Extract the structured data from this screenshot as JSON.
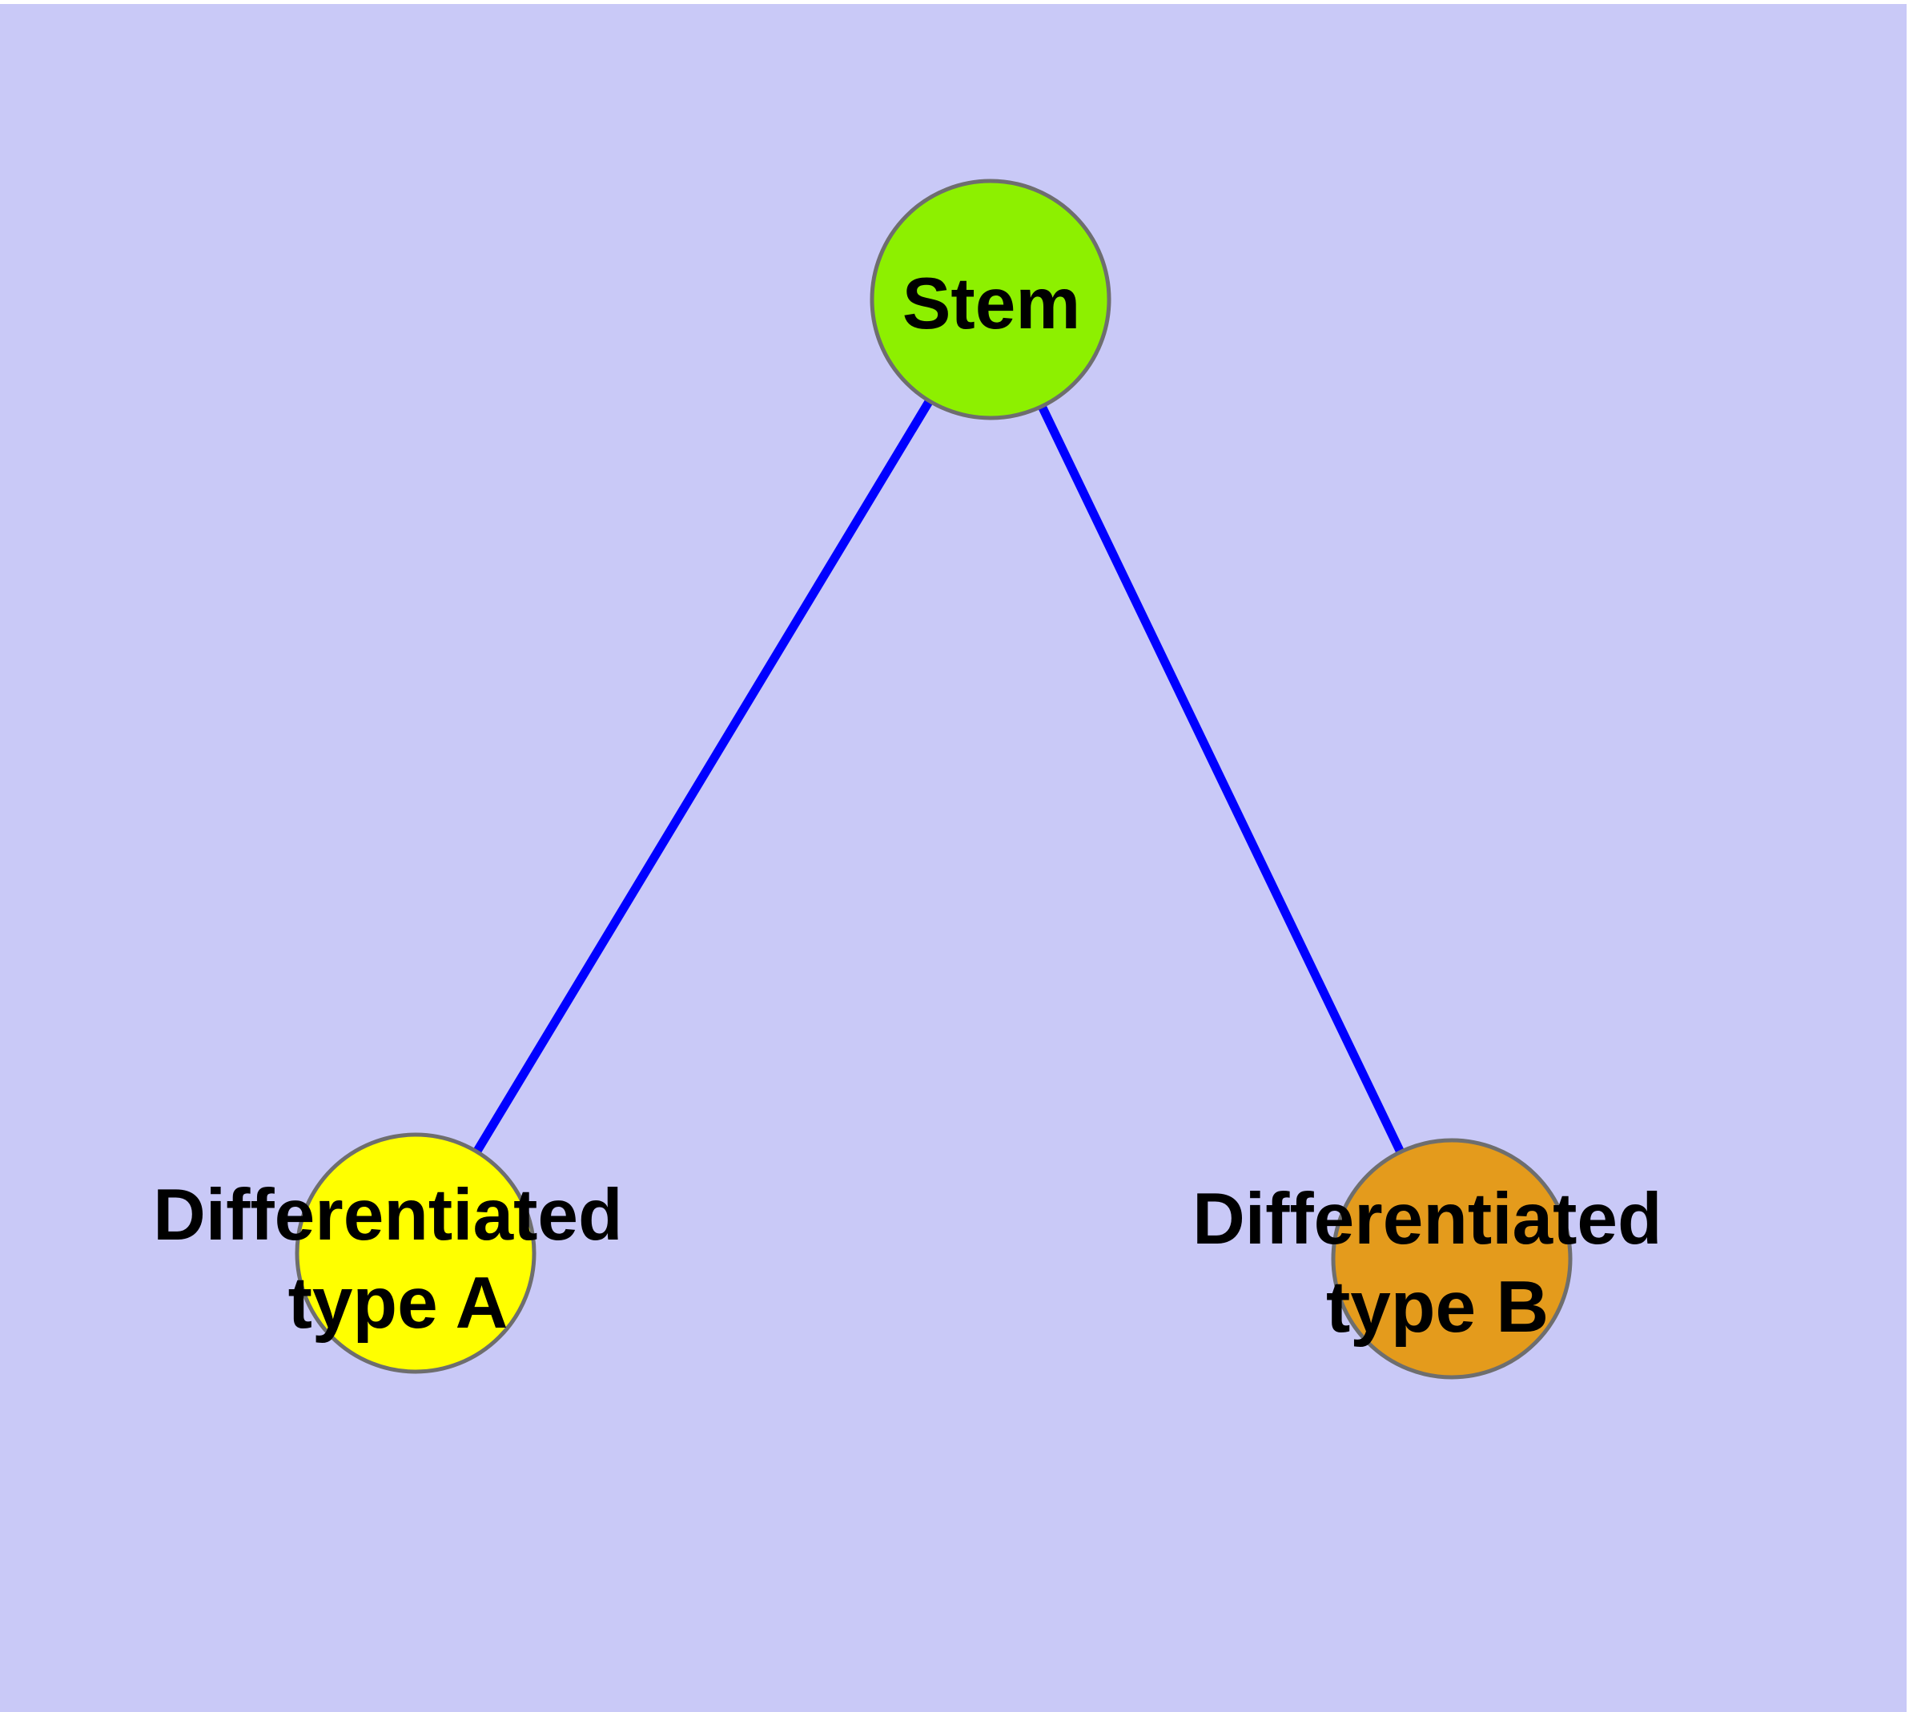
{
  "canvas": {
    "margin_color": "#FFFFFF",
    "background_color": "#C9C9F7"
  },
  "graph": {
    "label_color": "#000000",
    "node_border_color": "#6E6E6E",
    "edge_color": "#0000FF",
    "nodes": [
      {
        "id": "stem",
        "label": "Stem",
        "color": "#8DF000"
      },
      {
        "id": "differentiated-type-a",
        "label_lines": [
          "Differentiated",
          "type A"
        ],
        "color": "#FFFF00"
      },
      {
        "id": "differentiated-type-b",
        "label_lines": [
          "Differentiated",
          "type B"
        ],
        "color": "#E49B1C"
      }
    ],
    "edges": [
      {
        "from": "stem",
        "to": "differentiated-type-a"
      },
      {
        "from": "stem",
        "to": "differentiated-type-b"
      }
    ]
  }
}
